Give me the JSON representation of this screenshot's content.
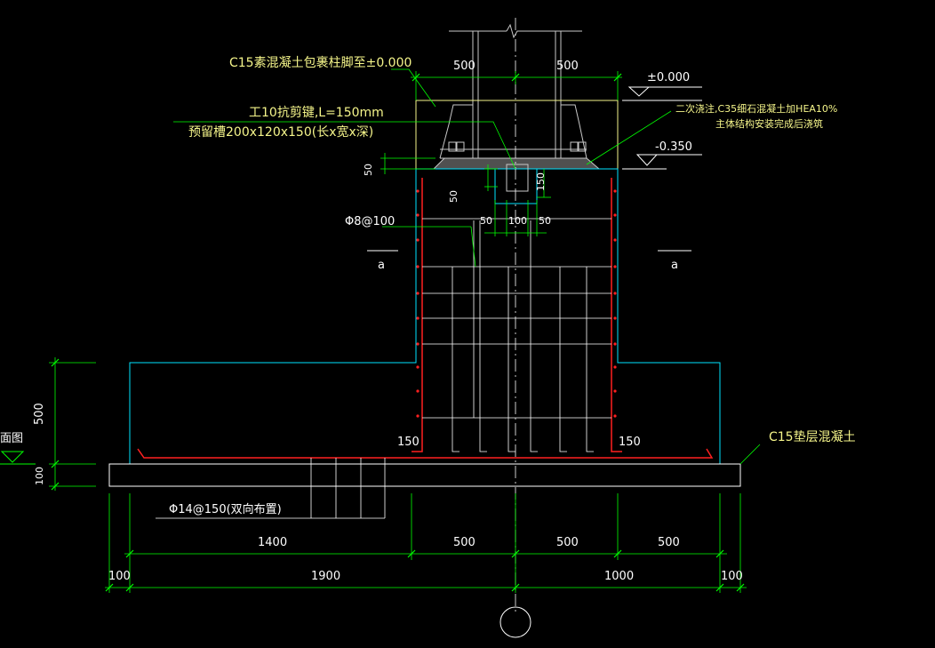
{
  "colors": {
    "background": "#000000",
    "outline": "#00ffff",
    "dimension": "#00ff00",
    "rebar": "#ff2020",
    "text": "#ffffff",
    "note": "#f5f58a",
    "column": "#c8c8c8"
  },
  "labels": {
    "concrete_wrap": "C15素混凝土包裹柱脚至±0.000",
    "shear_key": "工10抗剪键,L=150mm",
    "slot": "预留槽200x120x150(长x宽x深)",
    "grout_line1": "二次浇注,C35细石混凝土加HEA10%",
    "grout_line2": "主体结构安装完成后浇筑",
    "level_top": "±0.000",
    "level_base": "-0.350",
    "stirrup": "Φ8@100",
    "section_left": "a",
    "section_right": "a",
    "bottom_rebar": "Φ14@150(双向布置)",
    "cushion": "C15垫层混凝土",
    "side_mark": "面图"
  },
  "dimensions": {
    "top_left": "500",
    "top_right": "500",
    "grout_depth": "50",
    "slot_left": "50",
    "slot_width": "100",
    "slot_right": "50",
    "slot_top": "50",
    "slot_side": "150",
    "cover_left": "150",
    "cover_right": "150",
    "base_height": "500",
    "cushion_height": "100",
    "row1": [
      "1400",
      "500",
      "500",
      "500"
    ],
    "row2": [
      "100",
      "1900",
      "1000",
      "100"
    ]
  }
}
